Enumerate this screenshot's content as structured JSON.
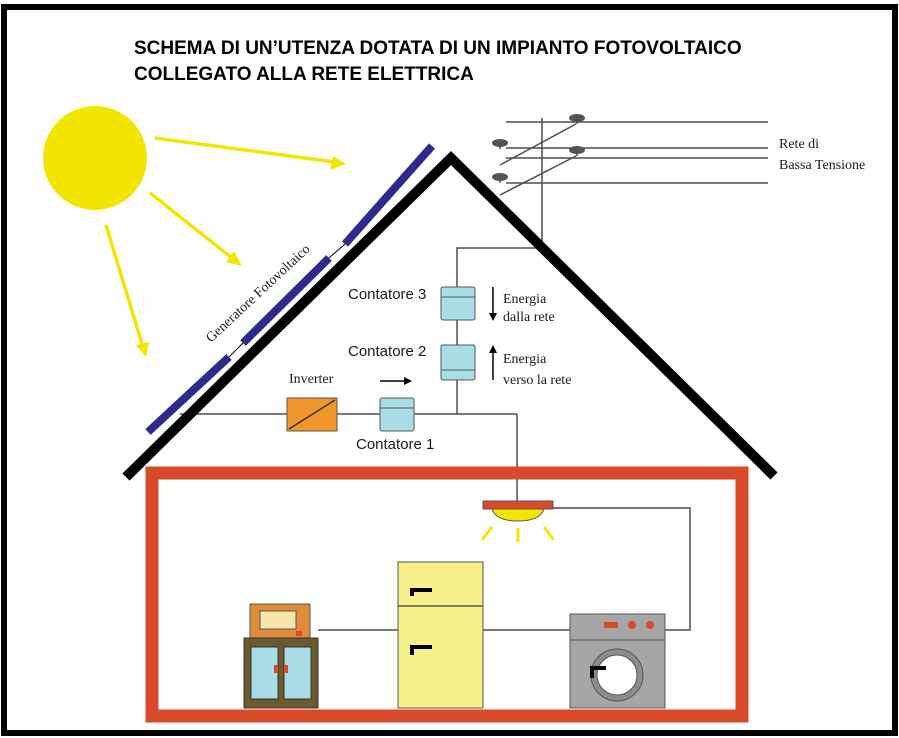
{
  "title": {
    "line1": "SCHEMA DI UN’UTENZA DOTATA DI UN IMPIANTO FOTOVOLTAICO",
    "line2": "COLLEGATO ALLA RETE ELETTRICA"
  },
  "labels": {
    "grid_line1": "Rete di",
    "grid_line2": "Bassa Tensione",
    "pv_generator": "Generatore Fotovoltaico",
    "inverter": "Inverter",
    "meter1": "Contatore 1",
    "meter2": "Contatore 2",
    "meter3": "Contatore 3",
    "energy_from_grid_line1": "Energia",
    "energy_from_grid_line2": "dalla rete",
    "energy_to_grid_line1": "Energia",
    "energy_to_grid_line2": "verso la rete"
  },
  "colors": {
    "sun": "#f2e600",
    "sun_rays": "#f2e600",
    "roof": "#000000",
    "house_wall": "#d94a2b",
    "pv_panel": "#2e2a8c",
    "inverter": "#f0962a",
    "meter": "#a9dde6",
    "fridge": "#f5f08a",
    "washer": "#a6a6a6",
    "cabinet": "#6b5a2e",
    "microwave": "#e08a3c",
    "lamp": "#d94a2b"
  },
  "icons": {
    "sun": "sun-icon",
    "inverter": "inverter-icon",
    "meter": "meter-icon",
    "lamp": "ceiling-lamp-icon",
    "fridge": "fridge-icon",
    "washer": "washing-machine-icon",
    "cabinet": "cabinet-icon",
    "microwave": "microwave-icon"
  }
}
